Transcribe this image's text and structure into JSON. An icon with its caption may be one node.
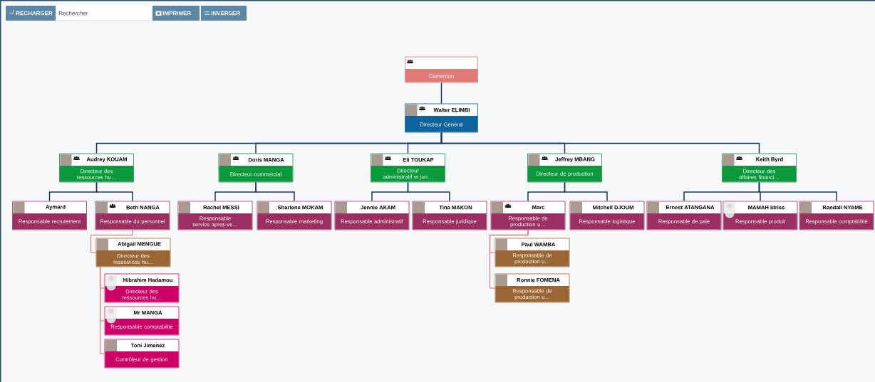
{
  "diagram": {
    "nodes": [
      {
        "text": [
          "Cameroun"
        ]
      },
      {
        "text": [
          "Walter ELIMBI",
          "Directeur Général"
        ]
      },
      {
        "text": [
          "Audrey KOUAM",
          "Directeur des ressources hu…"
        ]
      },
      {
        "text": [
          "Doris MANGA",
          "Directeur commercial"
        ]
      },
      {
        "text": [
          "Eli TOUKAP",
          "Directeur administratif et juri…"
        ]
      },
      {
        "text": [
          "Jeffrey MBANG",
          "Directeur de production"
        ]
      },
      {
        "text": [
          "Keith Byrd",
          "Directeur des affaires financi…"
        ]
      },
      {
        "text": [
          "Aymard",
          "Responsable recrutement"
        ]
      },
      {
        "text": [
          "Beth NANGA",
          "Responsable du personnel"
        ]
      },
      {
        "text": [
          "Rachel MESSI",
          "Responsable service apres-ve…"
        ]
      },
      {
        "text": [
          "Sharlene MOKAM",
          "Responsable marketing"
        ]
      },
      {
        "text": [
          "Jennie AKAM",
          "Responsable administratif"
        ]
      },
      {
        "text": [
          "Tina MAKON",
          "Responsable juridique"
        ]
      },
      {
        "text": [
          "Marc",
          "Responsable de production u…"
        ]
      },
      {
        "text": [
          "Mitchell DJOUM",
          "Responsable logistique"
        ]
      },
      {
        "text": [
          "Ernest ATANGANA",
          "Responsable de paie"
        ]
      },
      {
        "text": [
          "MAMAH Idriss",
          "Responsable produit"
        ]
      },
      {
        "text": [
          "Randall NYAME",
          "Responsable comptabilité"
        ]
      },
      {
        "text": [
          "Abigail MENGUE",
          "Directeur des ressources hu…"
        ]
      },
      {
        "text": [
          "Hibrahim Hadamou",
          "Directeur des ressources hu…"
        ]
      },
      {
        "text": [
          "Mr MANGA",
          "Responsable comptabilité"
        ]
      },
      {
        "text": [
          "Toni Jimenez",
          "Contrôleur de gestion"
        ]
      },
      {
        "text": [
          "Paul WAMBA",
          "Responsable de production u…"
        ]
      },
      {
        "text": [
          "Ronnie FOMENA",
          "Responsable de production u…"
        ]
      }
    ],
    "edges": [
      {
        "from": 0,
        "to": 1,
        "arrow": "none"
      },
      {
        "from": 1,
        "to": 2,
        "arrow": "none"
      },
      {
        "from": 1,
        "to": 3,
        "arrow": "none"
      },
      {
        "from": 1,
        "to": 4,
        "arrow": "none"
      },
      {
        "from": 1,
        "to": 5,
        "arrow": "none"
      },
      {
        "from": 1,
        "to": 6,
        "arrow": "none"
      },
      {
        "from": 2,
        "to": 7,
        "arrow": "none"
      },
      {
        "from": 2,
        "to": 8,
        "arrow": "none"
      },
      {
        "from": 3,
        "to": 9,
        "arrow": "none"
      },
      {
        "from": 3,
        "to": 10,
        "arrow": "none"
      },
      {
        "from": 4,
        "to": 11,
        "arrow": "none"
      },
      {
        "from": 4,
        "to": 12,
        "arrow": "none"
      },
      {
        "from": 5,
        "to": 13,
        "arrow": "none"
      },
      {
        "from": 5,
        "to": 14,
        "arrow": "none"
      },
      {
        "from": 6,
        "to": 15,
        "arrow": "none"
      },
      {
        "from": 6,
        "to": 16,
        "arrow": "none"
      },
      {
        "from": 6,
        "to": 17,
        "arrow": "none"
      },
      {
        "from": 8,
        "to": 18,
        "arrow": "none",
        "color": "#e06666"
      },
      {
        "from": 18,
        "to": 19,
        "arrow": "none",
        "color": "#e06666"
      },
      {
        "from": 18,
        "to": 20,
        "arrow": "none",
        "color": "#e06666"
      },
      {
        "from": 18,
        "to": 21,
        "arrow": "none",
        "color": "#e06666"
      },
      {
        "from": 13,
        "to": 22,
        "arrow": "none",
        "color": "#e06666"
      },
      {
        "from": 13,
        "to": 23,
        "arrow": "none",
        "color": "#e06666"
      }
    ],
    "labels": [
      "RECHARGER",
      "Rechercher",
      "IMPRIMER",
      "INVERSER"
    ]
  }
}
